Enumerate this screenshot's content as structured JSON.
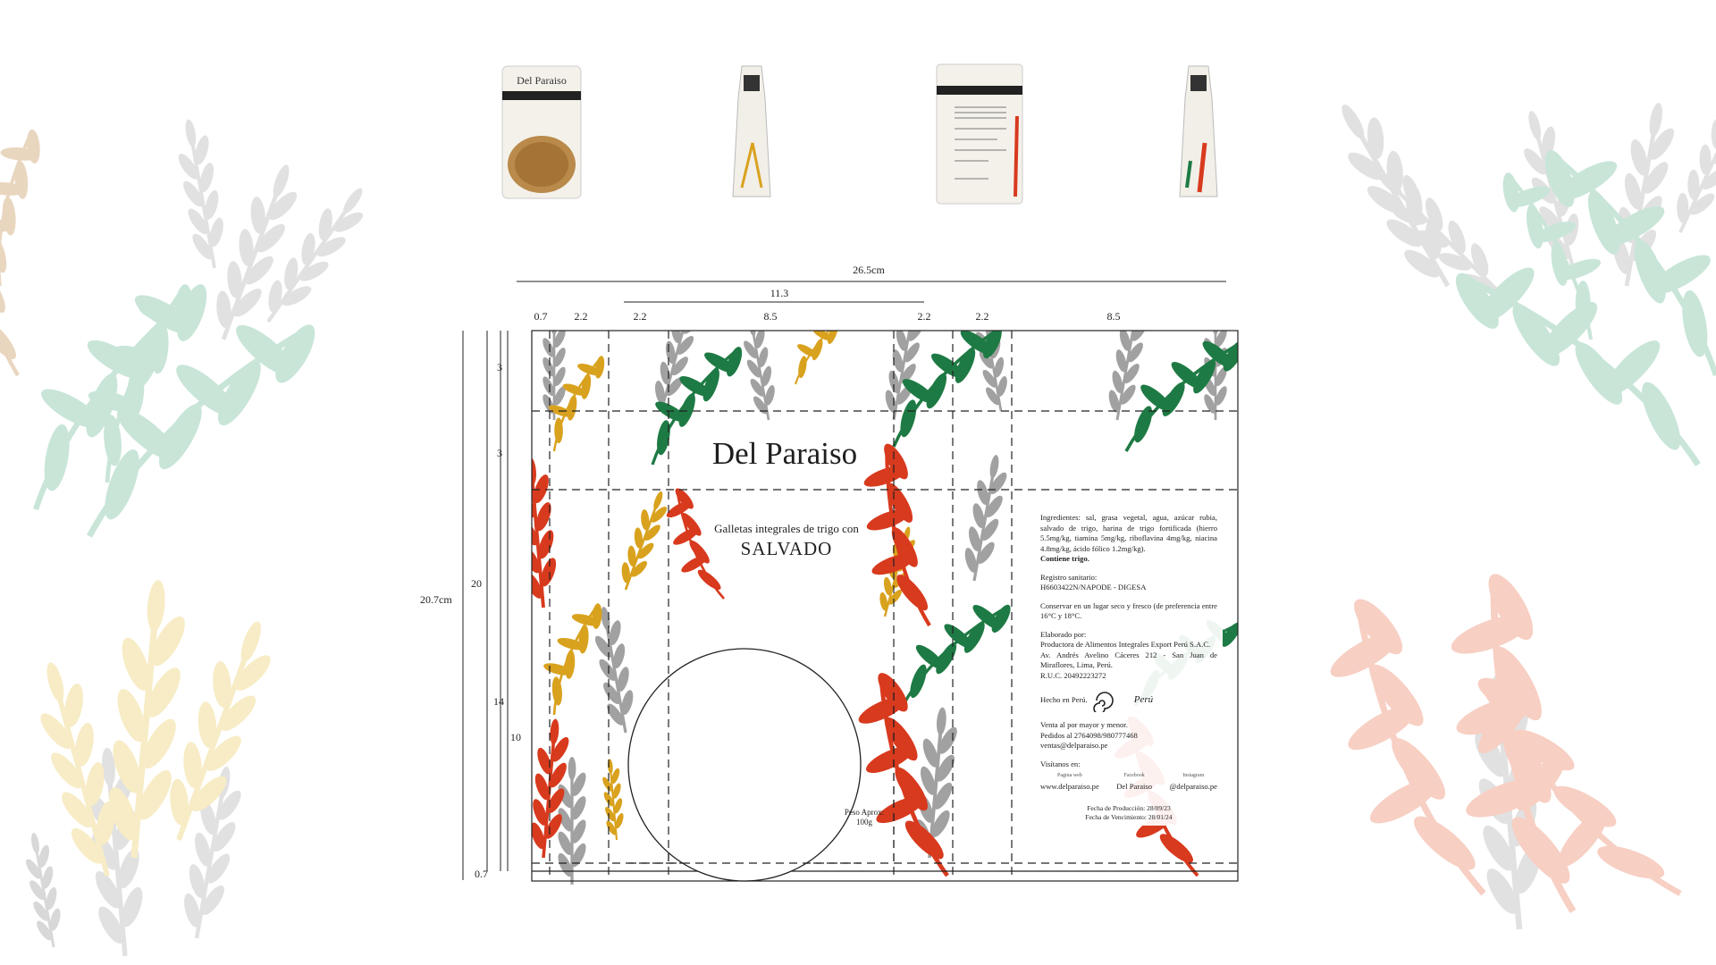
{
  "brand": "Del Paraiso",
  "subtitle": "Galletas integrales de trigo con",
  "variant": "SALVADO",
  "weight": {
    "label": "Peso Aprox:",
    "value": "100g"
  },
  "dimensions": {
    "total_width": "26.5cm",
    "front_width": "11.3",
    "total_height": "20.7cm",
    "widths": [
      "0.7",
      "2.2",
      "2.2",
      "8.5",
      "2.2",
      "2.2",
      "8.5"
    ],
    "heights": [
      "3",
      "3",
      "20",
      "14",
      "10",
      "0.7"
    ]
  },
  "back_panel": {
    "ingredients": "Ingredientes: sal, grasa vegetal, agua, azúcar rubia, salvado de trigo, harina de trigo fortificada (hierro 5.5mg/kg, tiamina 5mg/kg, riboflavina 4mg/kg, niacina 4.8mg/kg, ácido fólico 1.2mg/kg).",
    "contains": "Contiene trigo.",
    "registry_label": "Registro sanitario:",
    "registry_value": "H6603422N/NAPODE - DIGESA",
    "storage": "Conservar en un lugar seco y fresco (de preferencia entre 16°C y 18°C.",
    "made_by_label": "Elaborado por:",
    "made_by_company": "Productora de Alimentos Integrales Export Perú S.A.C.",
    "made_by_address": "Av. Andrés Avelino Cáceres 212 - San Juan de Miraflores, Lima, Perú.",
    "ruc": "R.U.C. 20492223272",
    "made_in": "Hecho en Perú.",
    "peru_logo": "Perú",
    "sales": "Venta al por mayor y menor.",
    "orders": "Pedidos al 2764098/980777468",
    "email": "ventas@delparaiso.pe",
    "visit_label": "Visítanos en:",
    "social": [
      {
        "caption": "Pagina web",
        "value": "www.delparaiso.pe"
      },
      {
        "caption": "Facebook",
        "value": "Del Paraiso"
      },
      {
        "caption": "Instagram",
        "value": "@delparaiso.pe"
      }
    ],
    "production_date": "Fecha de Producción: 28/09/23",
    "expiry_date": "Fecha de Vencimiento: 28/01/24"
  },
  "colors": {
    "green": "#1e7a44",
    "red": "#d83a1e",
    "gold": "#d9a21e",
    "gray": "#8a8a8a",
    "mint": "#a9d6c0",
    "salmon": "#f0b3a2",
    "pale_yellow": "#f3dfa0"
  }
}
